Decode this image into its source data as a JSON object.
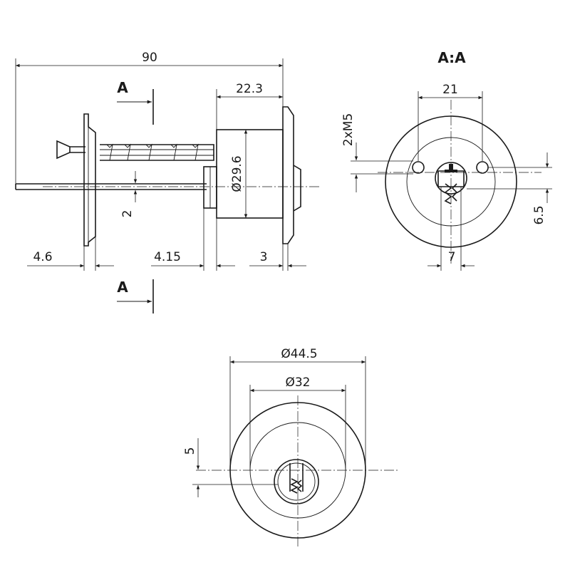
{
  "dimensions": {
    "overall_length": "90",
    "cylinder_length": "22.3",
    "cylinder_diameter": "Ø29.6",
    "screw_offset": "4.6",
    "bar_offset": "4.15",
    "flange_thickness": "3",
    "bar_height": "2",
    "screw_holes": "2xM5",
    "hole_spacing": "21",
    "hole_offset_vertical": "6.5",
    "cam_width": "7",
    "outer_diameter": "Ø44.5",
    "inner_diameter": "Ø32",
    "keyway_offset": "5"
  },
  "section": {
    "marker_top": "A",
    "marker_bottom": "A",
    "view_title": "A:A"
  }
}
